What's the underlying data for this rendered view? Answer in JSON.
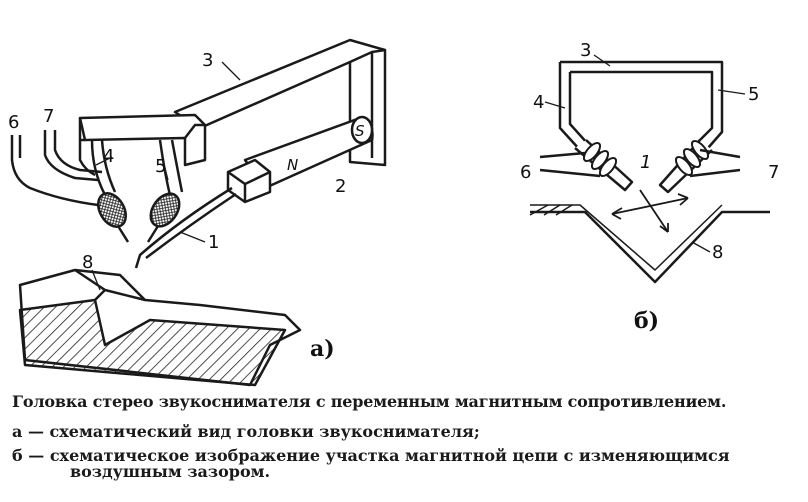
{
  "diagram": {
    "labels_a": [
      "1",
      "2",
      "3",
      "4",
      "5",
      "6",
      "7",
      "8",
      "N",
      "S"
    ],
    "labels_b": [
      "1",
      "3",
      "4",
      "5",
      "6",
      "7",
      "8"
    ],
    "panel_a": "а)",
    "panel_b": "б)"
  },
  "caption": {
    "title": "Головка стерео звукоснимателя с переменным магнитным сопротивлением.",
    "line_a": "а — схематический вид головки звукоснимателя;",
    "line_b_1": "б — схематическое изображение участка магнитной цепи с изменяющимся",
    "line_b_2": "воздушным зазором."
  }
}
